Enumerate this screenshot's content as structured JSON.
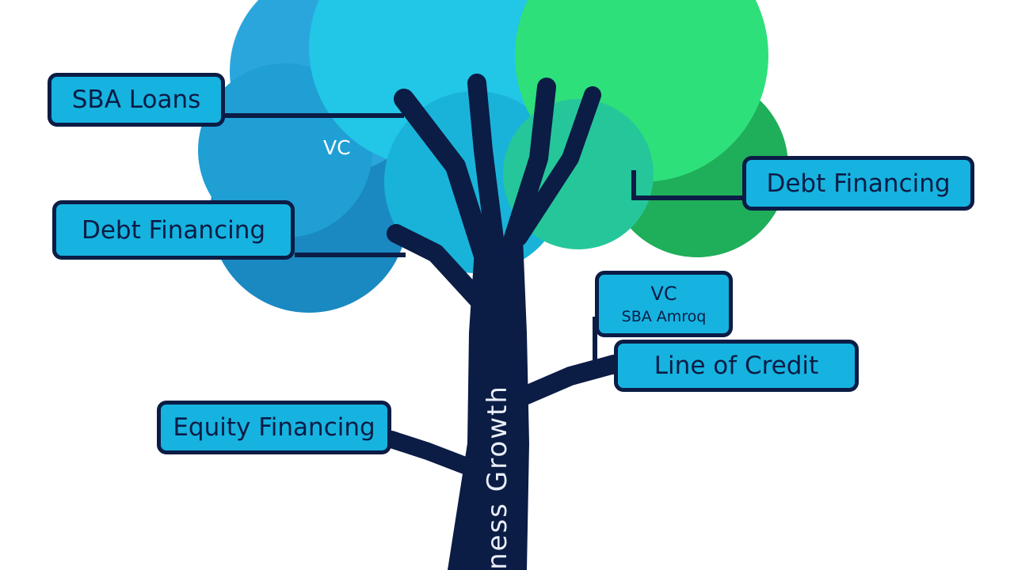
{
  "colors": {
    "trunk": "#0b1c45",
    "label_fill": "#16b3e0",
    "canopy_blue": "#1f9fd4",
    "canopy_cyan": "#22c6e6",
    "canopy_green": "#2ee07a"
  },
  "labels": {
    "sba_loans": "SBA Loans",
    "debt_financing_left": "Debt Financing",
    "debt_financing_right": "Debt Financing",
    "equity_financing": "Equity Financing",
    "line_of_credit": "Line of Credit",
    "vc_box_title": "VC",
    "vc_box_subtitle": "SBA Amroq",
    "vc_canopy": "VC"
  },
  "trunk_text": "ness Growth"
}
